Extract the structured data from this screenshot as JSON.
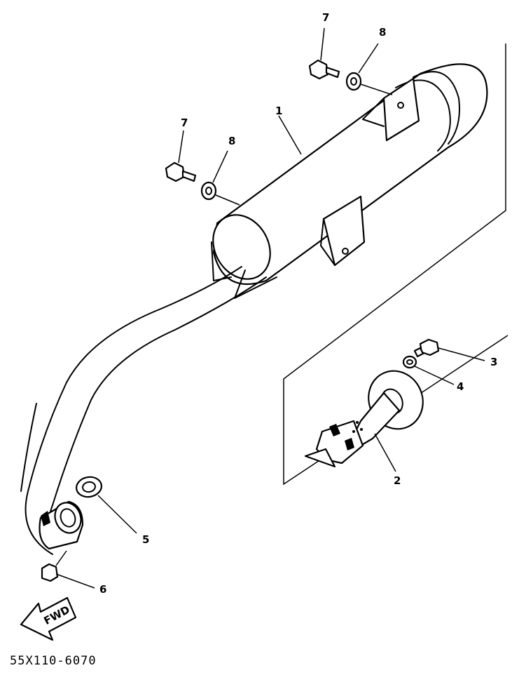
{
  "diagram": {
    "labels": {
      "p1": "1",
      "p2": "2",
      "p3": "3",
      "p4": "4",
      "p5": "5",
      "p6": "6",
      "p7a": "7",
      "p7b": "7",
      "p8a": "8",
      "p8b": "8"
    },
    "fwd": "FWD",
    "drawing_code": "55X110-6070"
  }
}
